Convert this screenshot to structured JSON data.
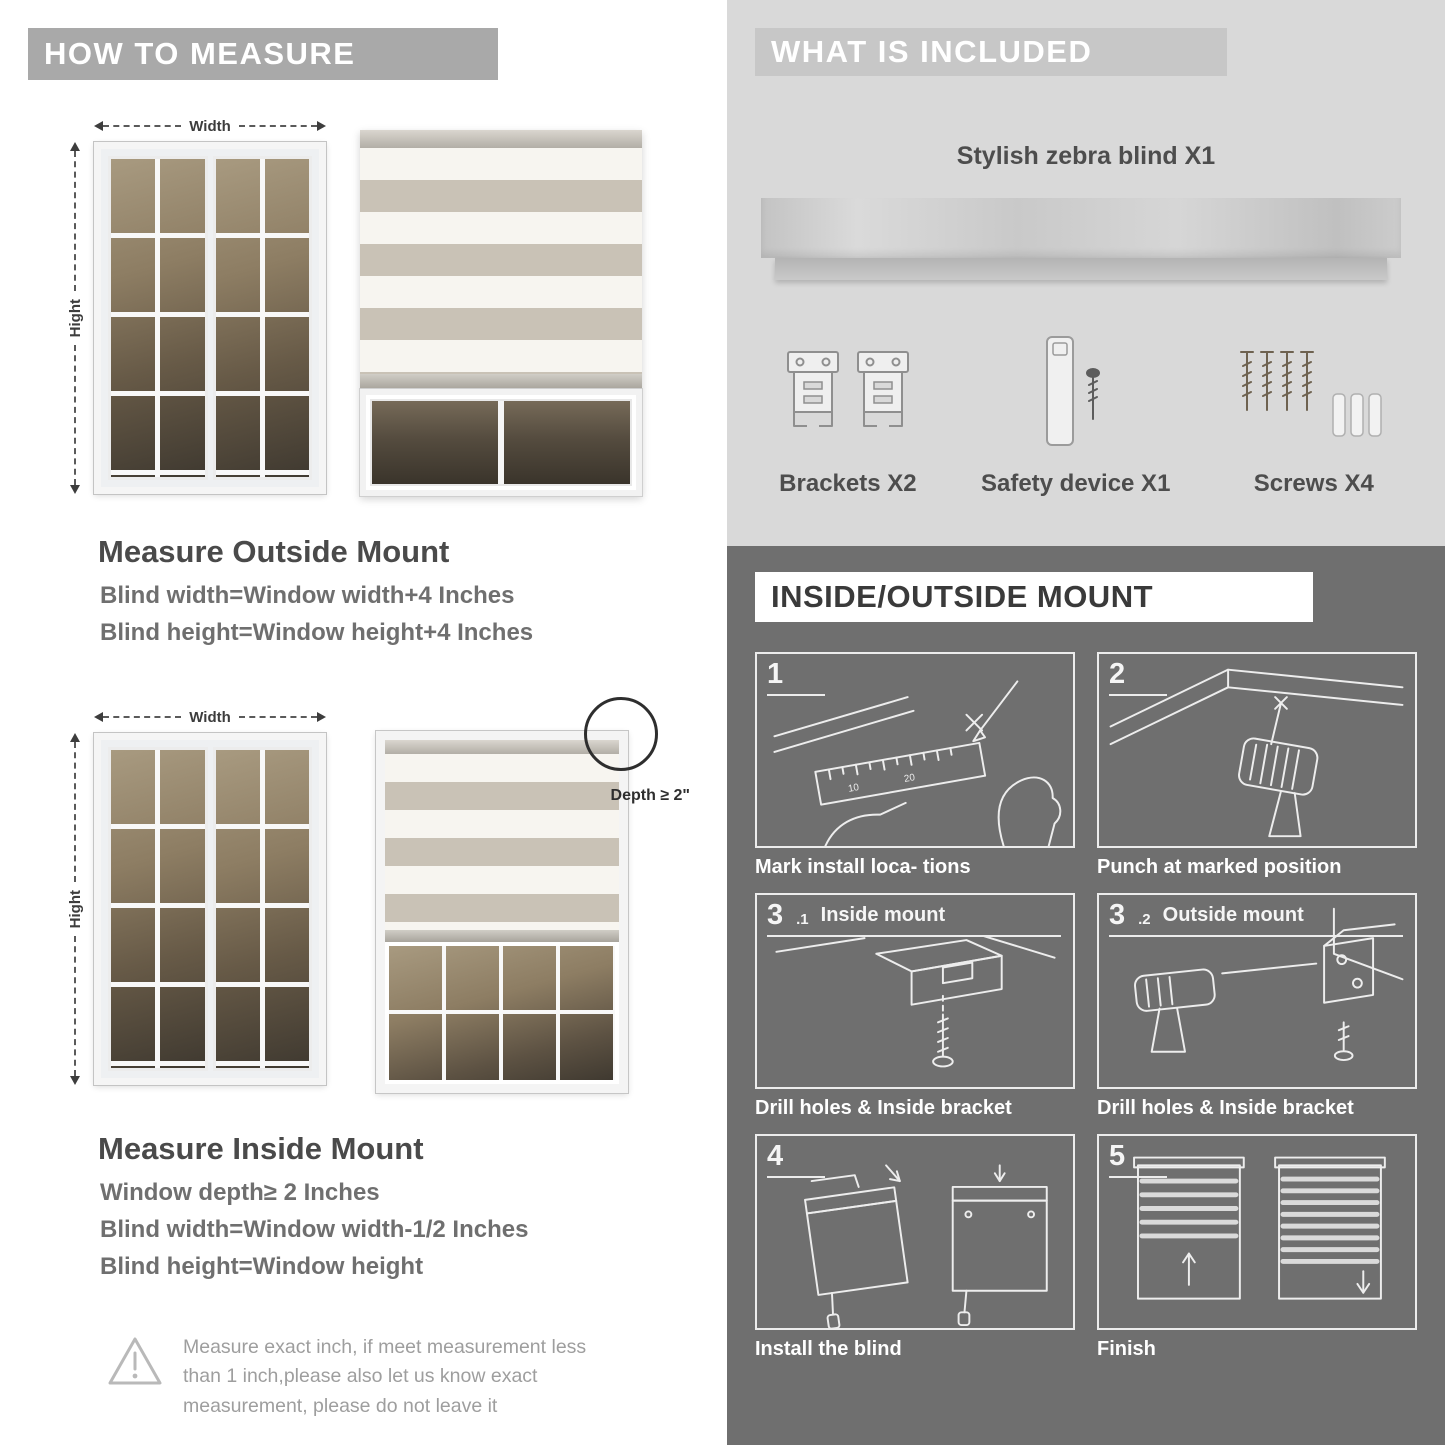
{
  "left": {
    "header": "HOW TO MEASURE",
    "labels": {
      "width": "Width",
      "height": "Hight"
    },
    "outside": {
      "title": "Measure Outside Mount",
      "line1": "Blind width=Window width+4 Inches",
      "line2": "Blind height=Window height+4 Inches"
    },
    "inside": {
      "title": "Measure Inside Mount",
      "depth_callout": "Depth ≥ 2\"",
      "line1": "Window depth≥ 2 Inches",
      "line2": "Blind width=Window width-1/2 Inches",
      "line3": "Blind height=Window height"
    },
    "warning": "Measure exact inch, if meet measurement less than 1 inch,please also let us know exact measurement, please do not leave it"
  },
  "right": {
    "included": {
      "header": "WHAT IS INCLUDED",
      "blind_label": "Stylish zebra blind X1",
      "items": [
        {
          "label": "Brackets X2"
        },
        {
          "label": "Safety device X1"
        },
        {
          "label": "Screws X4"
        }
      ]
    },
    "mount": {
      "header": "INSIDE/OUTSIDE MOUNT",
      "steps": [
        {
          "number": "1",
          "sub": "",
          "title": "",
          "caption": "Mark install loca- tions"
        },
        {
          "number": "2",
          "sub": "",
          "title": "",
          "caption": "Punch at  marked position"
        },
        {
          "number": "3",
          "sub": ".1",
          "title": "Inside mount",
          "caption": "Drill holes &  Inside bracket"
        },
        {
          "number": "3",
          "sub": ".2",
          "title": "Outside mount",
          "caption": "Drill holes &  Inside bracket"
        },
        {
          "number": "4",
          "sub": "",
          "title": "",
          "caption": "Install the blind"
        },
        {
          "number": "5",
          "sub": "",
          "title": "",
          "caption": "Finish"
        }
      ]
    }
  },
  "palette": {
    "header_gray": "#a9a9a9",
    "included_bg": "#d9d9d9",
    "mount_bg": "#6f6f6f",
    "stripe_gray": "#c9c2b6"
  }
}
